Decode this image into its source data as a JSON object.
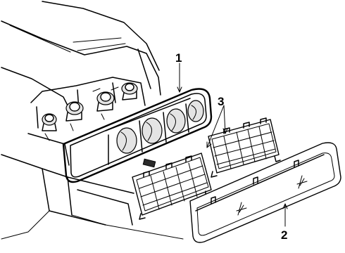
{
  "diagram": {
    "callouts": {
      "housing": "1",
      "lens": "2",
      "bezels": "3"
    }
  }
}
